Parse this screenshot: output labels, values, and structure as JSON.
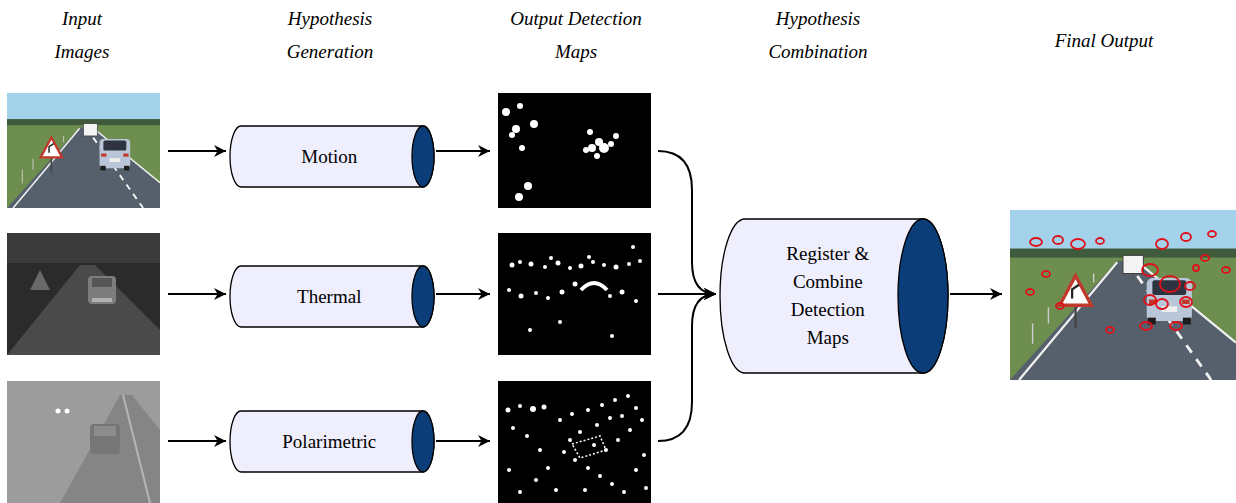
{
  "diagram": {
    "nodes": [
      {
        "text": [
          "Motion"
        ]
      },
      {
        "text": [
          "Thermal"
        ]
      },
      {
        "text": [
          "Polarimetric"
        ]
      },
      {
        "text": [
          "Register & Combine Detection Maps"
        ]
      }
    ],
    "labels": [
      "Input Images",
      "Hypothesis Generation",
      "Output Detection Maps",
      "Hypothesis Combination",
      "Final Output"
    ]
  }
}
